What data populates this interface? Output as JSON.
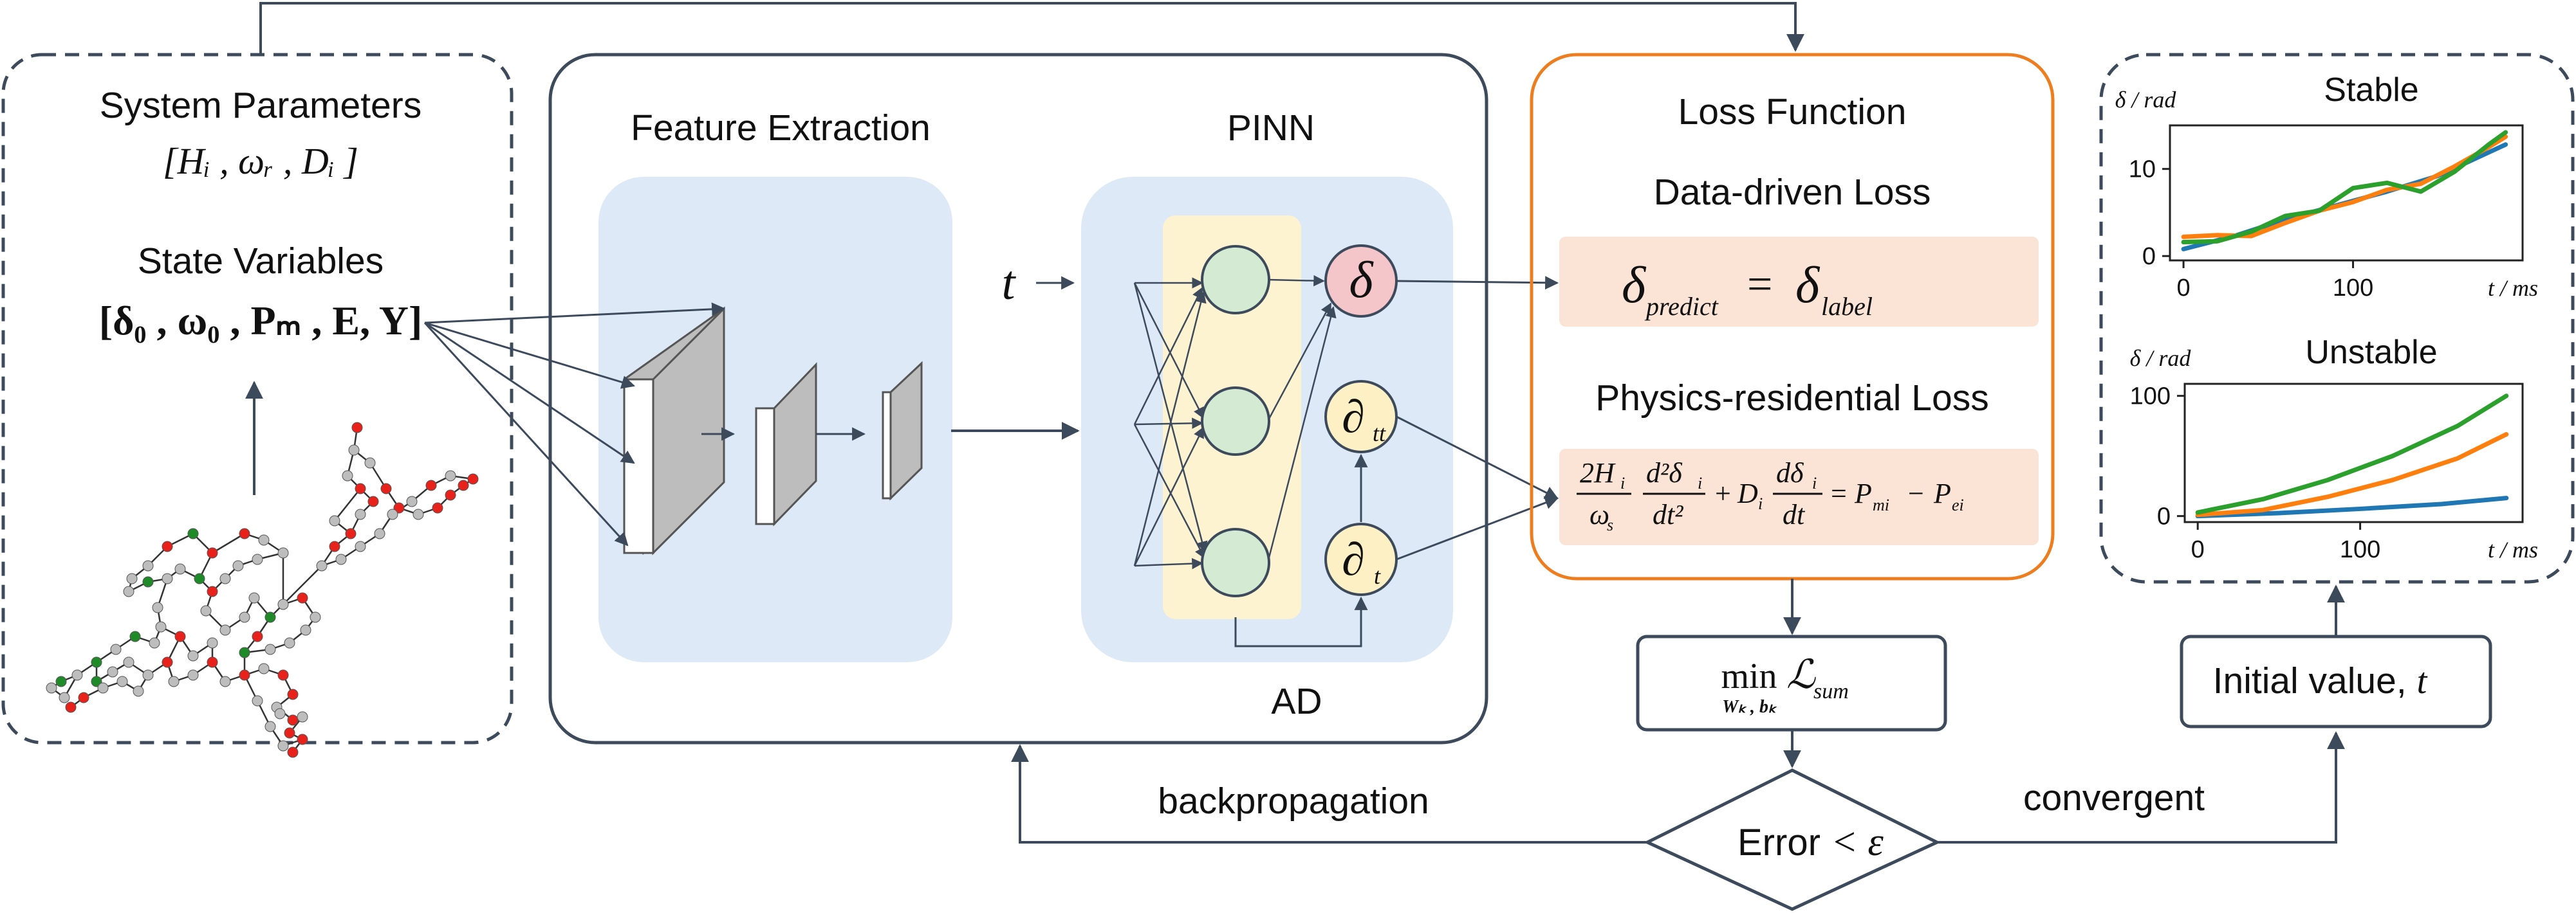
{
  "left_panel": {
    "system_parameters_title": "System Parameters",
    "system_parameters_formula": "[Hᵢ , ωᵣ , Dᵢ ]",
    "state_variables_title": "State Variables",
    "state_variables_formula": "[δ₀ , ω₀ , Pₘ , E, Y]"
  },
  "network": {
    "colors": {
      "red": "#e8221b",
      "green": "#1e8a28",
      "gray": "#bdbdbd"
    }
  },
  "middle_panel": {
    "feature_extraction_title": "Feature Extraction",
    "pinn_title": "PINN",
    "input_t": "t",
    "output_delta": "δ",
    "partial_tt_symbol": "∂",
    "partial_tt_sub": "tt",
    "partial_t_symbol": "∂",
    "partial_t_sub": "t",
    "ad_label": "AD"
  },
  "loss_panel": {
    "title": "Loss Function",
    "data_loss_title": "Data-driven  Loss",
    "data_loss_lhs": "δ",
    "data_loss_lhs_sub": "predict",
    "data_loss_eq": "=",
    "data_loss_rhs": "δ",
    "data_loss_rhs_sub": "label",
    "physics_loss_title": "Physics-residential Loss",
    "physics_eq": {
      "frac1_num": "2H",
      "frac1_num_sub": "i",
      "frac1_den": "ω",
      "frac1_den_sub": "s",
      "frac2_num": "d²δ",
      "frac2_num_sub": "i",
      "frac2_den": "dt²",
      "plus": "+",
      "d_coef": "D",
      "d_coef_sub": "i",
      "frac3_num": "dδ",
      "frac3_num_sub": "i",
      "frac3_den": "dt",
      "equals": "=",
      "pm": "P",
      "pm_sub": "mi",
      "minus": "−",
      "pe": "P",
      "pe_sub": "ei"
    }
  },
  "optimize_box": {
    "min_label": "min",
    "min_sub": "Wₖ , bₖ",
    "loss_symbol": "ℒ",
    "loss_sub": "sum"
  },
  "decision": {
    "label": "Error",
    "symbol": "< ε"
  },
  "flow_labels": {
    "backpropagation": "backpropagation",
    "convergent": "convergent"
  },
  "initial_value_box": {
    "label": "Initial value, ",
    "t": "t"
  },
  "result_panel": {
    "stable_title": "Stable",
    "unstable_title": "Unstable"
  },
  "chart_data": [
    {
      "type": "line",
      "title": "Stable",
      "ylabel": "δ / rad",
      "xlabel": "t / ms",
      "xlim": [
        -8,
        200
      ],
      "ylim": [
        -0.5,
        15
      ],
      "xticks": [
        0,
        100
      ],
      "yticks": [
        0,
        10
      ],
      "grid": false,
      "colors": [
        "#1f77b4",
        "#ff7f0e",
        "#2ca02c"
      ],
      "series": [
        {
          "x": [
            0,
            30,
            60,
            90,
            120,
            150,
            180,
            190
          ],
          "values": [
            0.8,
            2.3,
            4.2,
            5.8,
            7.4,
            9.2,
            11.9,
            12.8
          ]
        },
        {
          "x": [
            0,
            20,
            40,
            60,
            80,
            100,
            120,
            140,
            160,
            180,
            190
          ],
          "values": [
            2.2,
            2.4,
            2.3,
            3.8,
            5.2,
            6.2,
            7.6,
            8.3,
            10.3,
            12.5,
            13.7
          ]
        },
        {
          "x": [
            0,
            20,
            40,
            60,
            80,
            100,
            120,
            140,
            160,
            180,
            190
          ],
          "values": [
            1.6,
            1.7,
            2.8,
            4.6,
            5.2,
            7.8,
            8.4,
            7.4,
            9.7,
            12.8,
            14.2
          ]
        }
      ]
    },
    {
      "type": "line",
      "title": "Unstable",
      "ylabel": "δ / rad",
      "xlabel": "t / ms",
      "xlim": [
        -8,
        200
      ],
      "ylim": [
        -5,
        110
      ],
      "xticks": [
        0,
        100
      ],
      "yticks": [
        0,
        100
      ],
      "grid": false,
      "colors": [
        "#1f77b4",
        "#ff7f0e",
        "#2ca02c"
      ],
      "series": [
        {
          "x": [
            0,
            50,
            100,
            150,
            190
          ],
          "values": [
            0,
            2.5,
            6,
            10,
            15
          ]
        },
        {
          "x": [
            0,
            40,
            80,
            120,
            160,
            190
          ],
          "values": [
            1,
            5,
            16,
            30,
            48,
            68
          ]
        },
        {
          "x": [
            0,
            40,
            80,
            120,
            160,
            190
          ],
          "values": [
            3,
            14,
            30,
            50,
            75,
            100
          ]
        }
      ]
    }
  ]
}
